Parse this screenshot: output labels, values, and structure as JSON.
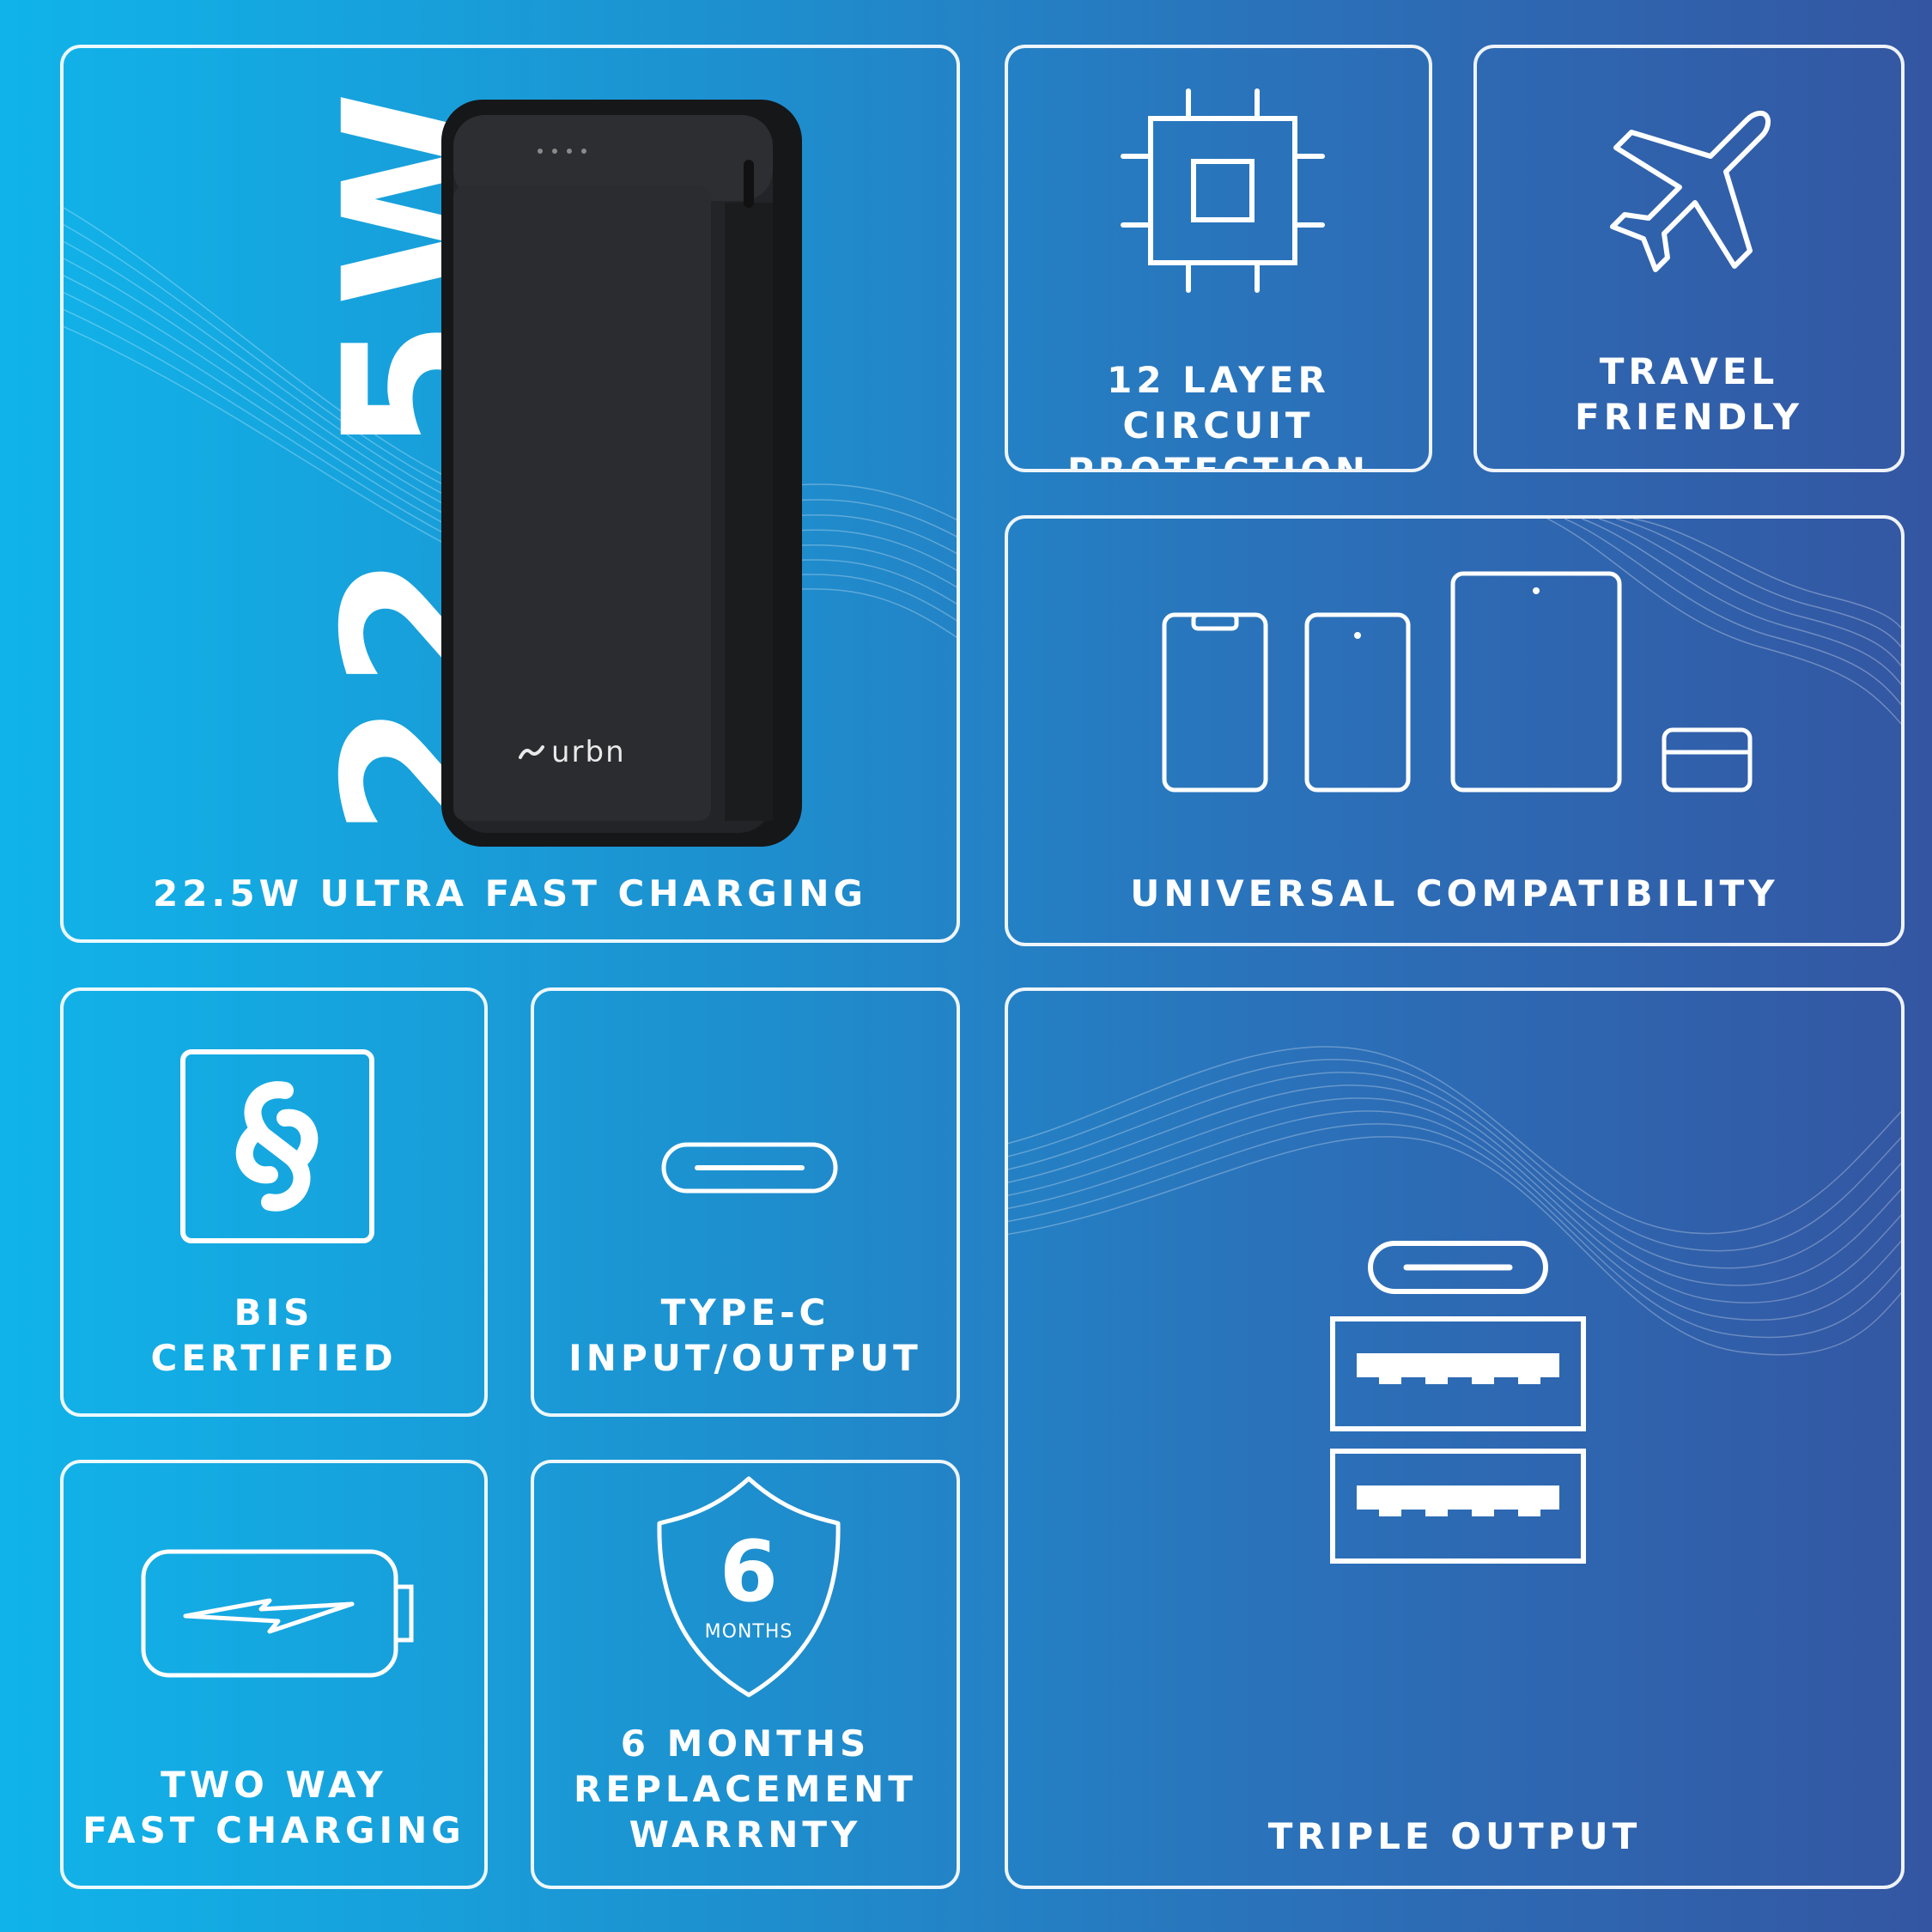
{
  "colors": {
    "background_start": "#10b4ea",
    "background_end": "#3456a2",
    "line": "#ffffff",
    "power_bank": "#1d1e20"
  },
  "hero": {
    "big_text": "22.5W",
    "brand": "urbn",
    "label": "22.5W ULTRA FAST CHARGING",
    "icon": "power-bank-image"
  },
  "features": {
    "circuit": {
      "line1": "12 LAYER CIRCUIT",
      "line2": "PROTECTION",
      "icon": "chip-icon"
    },
    "travel": {
      "line1": "TRAVEL",
      "line2": "FRIENDLY",
      "icon": "airplane-icon"
    },
    "compatibility": {
      "label": "UNIVERSAL COMPATIBILITY",
      "icon": "devices-icon"
    },
    "bis": {
      "line1": "BIS",
      "line2": "CERTIFIED",
      "icon": "bis-mark-icon"
    },
    "typec": {
      "line1": "TYPE-C",
      "line2": "INPUT/OUTPUT",
      "icon": "usb-c-port-icon"
    },
    "twoway": {
      "line1": "TWO WAY",
      "line2": "FAST CHARGING",
      "icon": "battery-bolt-icon"
    },
    "warranty": {
      "badge_number": "6",
      "badge_text": "MONTHS",
      "line1": "6 MONTHS",
      "line2": "REPLACEMENT",
      "line3": "WARRNTY",
      "icon": "shield-icon"
    },
    "triple": {
      "label": "TRIPLE OUTPUT",
      "icon": "usb-ports-icon"
    }
  }
}
